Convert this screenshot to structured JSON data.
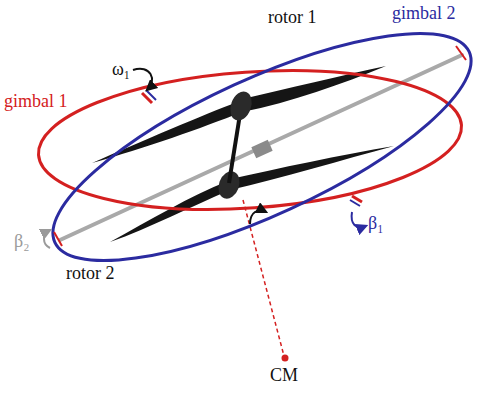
{
  "diagram": {
    "labels": [
      "rotor 1",
      "gimbal 2",
      "gimbal 1",
      "ω₁",
      "β₁",
      "β₂",
      "rotor 2",
      "CM"
    ]
  }
}
